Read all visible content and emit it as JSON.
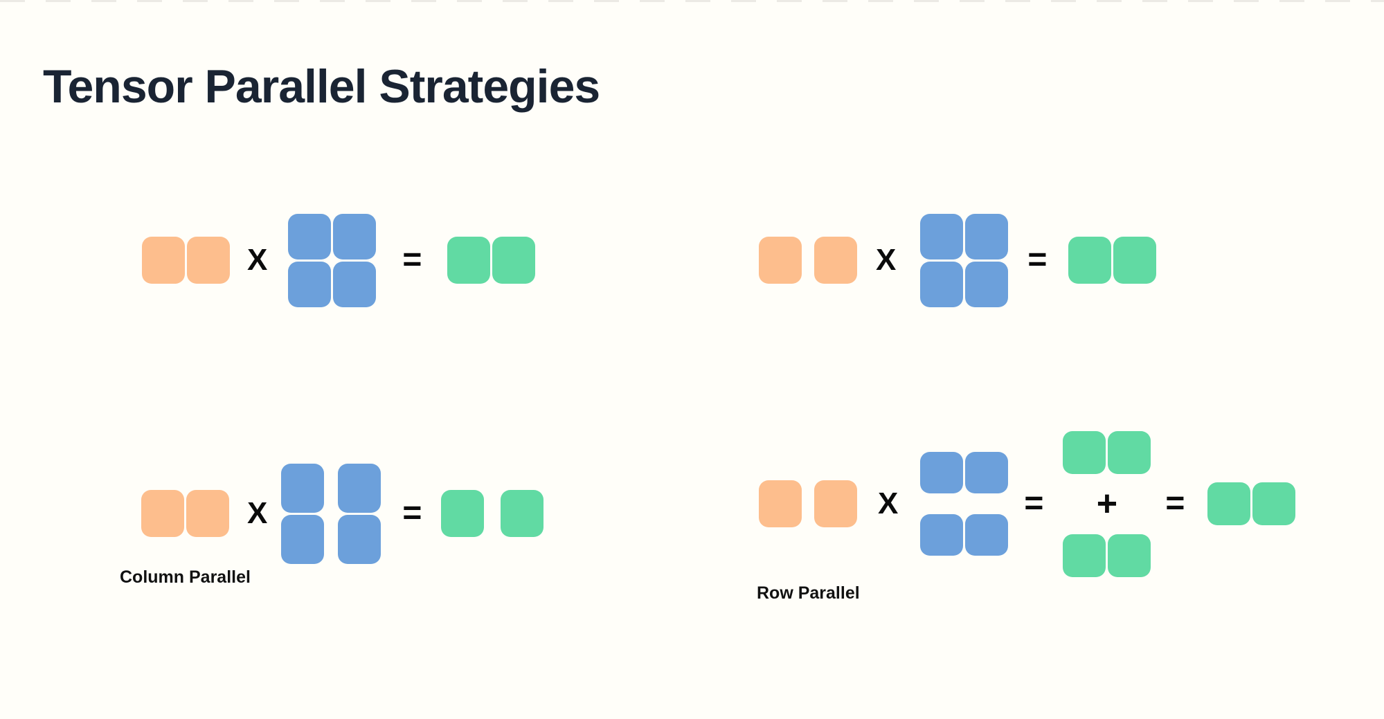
{
  "page": {
    "title": "Tensor Parallel Strategies",
    "background": "#FFFEF9",
    "title_color": "#1A2433"
  },
  "colors": {
    "orange": "#FDBE8D",
    "blue": "#6CA0DB",
    "green": "#61DAA3",
    "dash": "#ECEAE5",
    "operator": "#0B0B0B",
    "label": "#111111"
  },
  "operators": {
    "multiply": "X",
    "equals": "=",
    "plus": "+"
  },
  "labels": {
    "column_parallel": "Column Parallel",
    "row_parallel": "Row Parallel"
  },
  "diagrams": {
    "top_left": {
      "equation": "A x B = C",
      "input_row": "orange 1x2, joined",
      "weight_matrix": "blue 2x2, joined",
      "output_row": "green 1x2, joined"
    },
    "top_right": {
      "equation": "A x B = C",
      "input_row": "orange 1x2, split",
      "weight_matrix": "blue 2x2, joined",
      "output_row": "green 1x2, joined"
    },
    "bottom_left": {
      "label": "Column Parallel",
      "equation": "A x [B1 | B2] = [C1 | C2]",
      "input_row": "orange 1x2, joined",
      "weight_matrix": "blue 2x2, columns split",
      "output_row": "green 1x2, split"
    },
    "bottom_right": {
      "label": "Row Parallel",
      "equation": "[A1 | A2] x [B1 / B2] = C1 + C2 = C",
      "input_row": "orange 1x2, split",
      "weight_matrix": "blue 2x2, rows split",
      "partial_outputs": "two green 1x2 rows joined by +",
      "output_row": "green 1x2, joined"
    }
  }
}
